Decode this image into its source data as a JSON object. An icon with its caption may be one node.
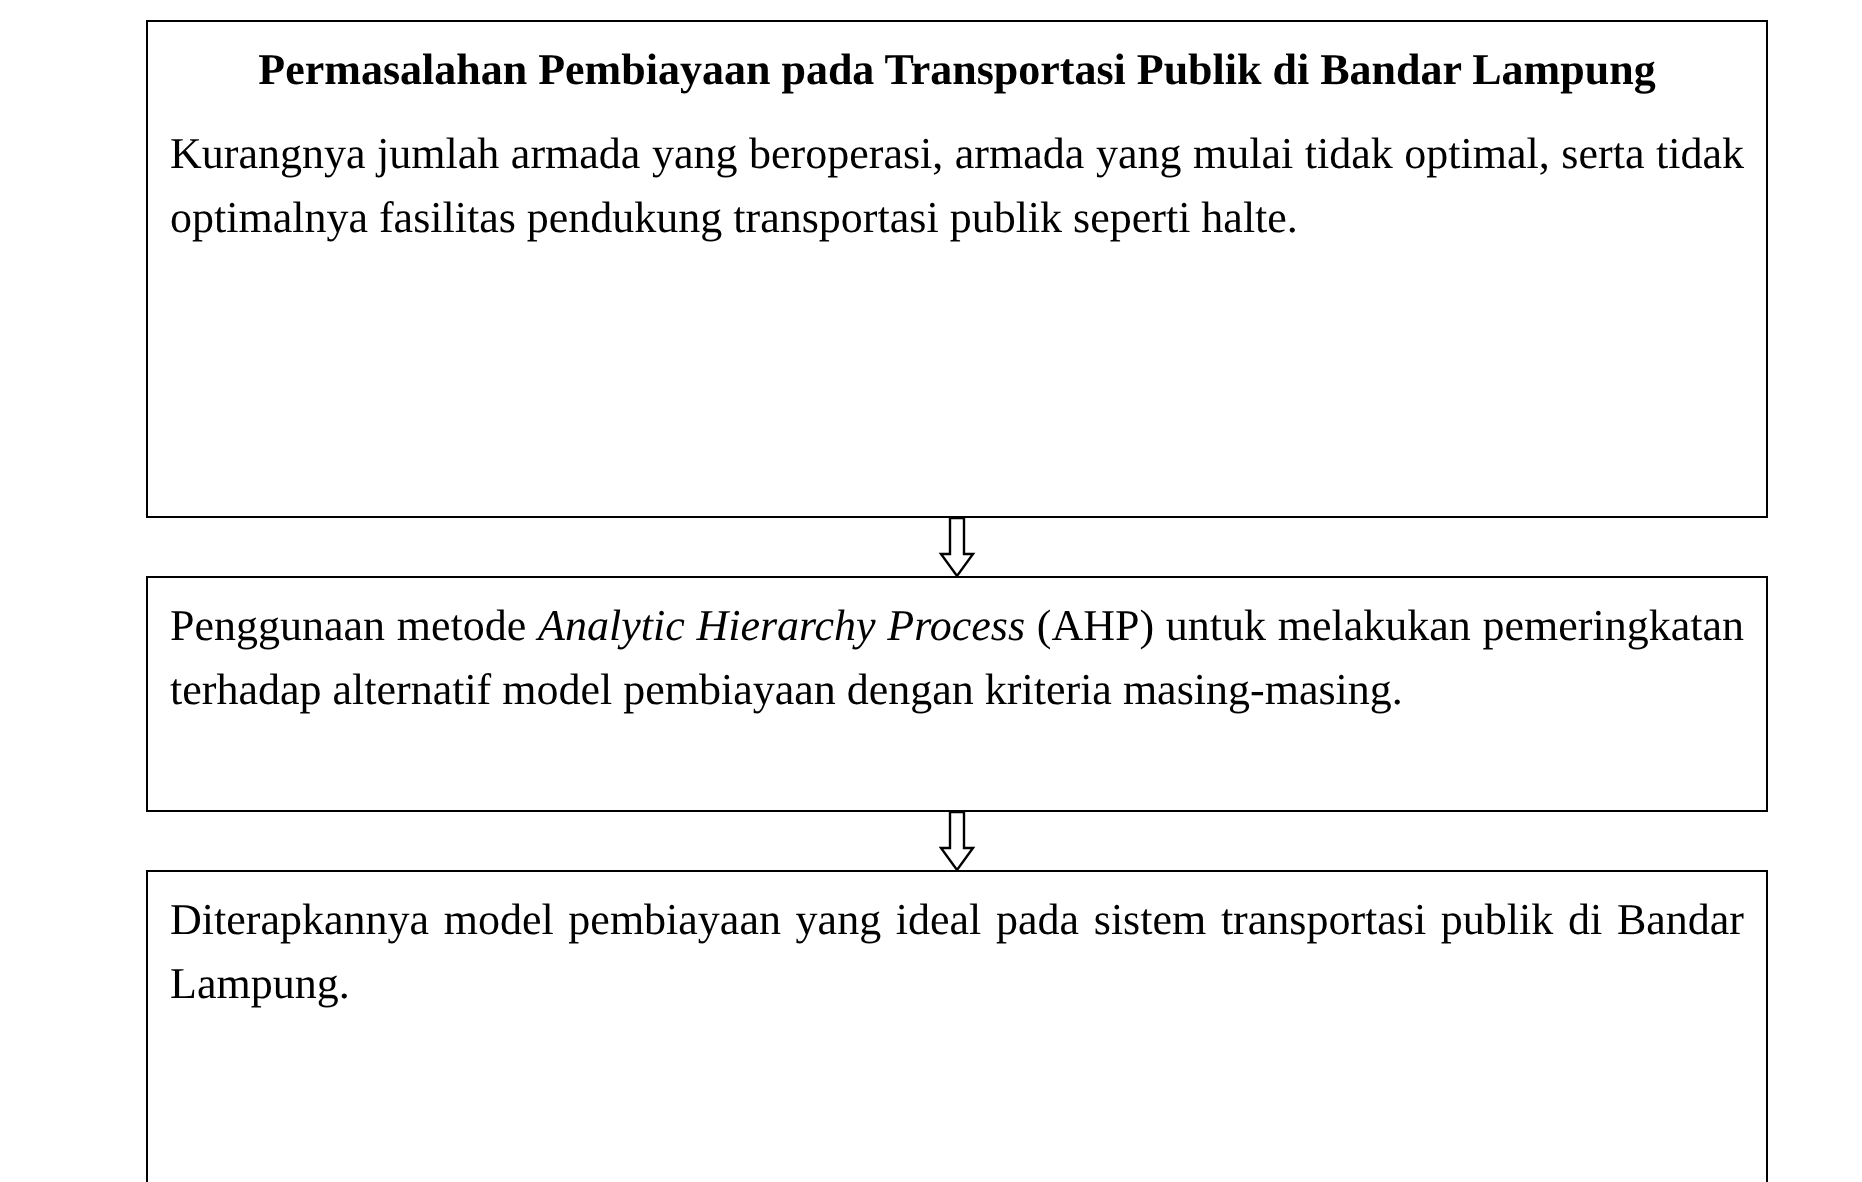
{
  "diagram": {
    "nodes": [
      {
        "text": [
          "Permasalahan Pembiayaan pada Transportasi Publik di Bandar Lampung",
          "Kurangnya jumlah armada yang beroperasi, armada yang mulai tidak optimal, serta tidak optimalnya fasilitas pendukung transportasi publik seperti halte."
        ]
      },
      {
        "text": [
          "Penggunaan metode *Analytic Hierarchy Process* (AHP) untuk melakukan pemeringkatan terhadap alternatif model pembiayaan dengan kriteria masing-masing."
        ]
      },
      {
        "text": [
          "Diterapkannya model pembiayaan yang ideal pada sistem transportasi publik di Bandar Lampung."
        ]
      }
    ],
    "edges": [
      {
        "from": 0,
        "to": 1,
        "arrow": "to"
      },
      {
        "from": 1,
        "to": 2,
        "arrow": "to"
      }
    ]
  }
}
